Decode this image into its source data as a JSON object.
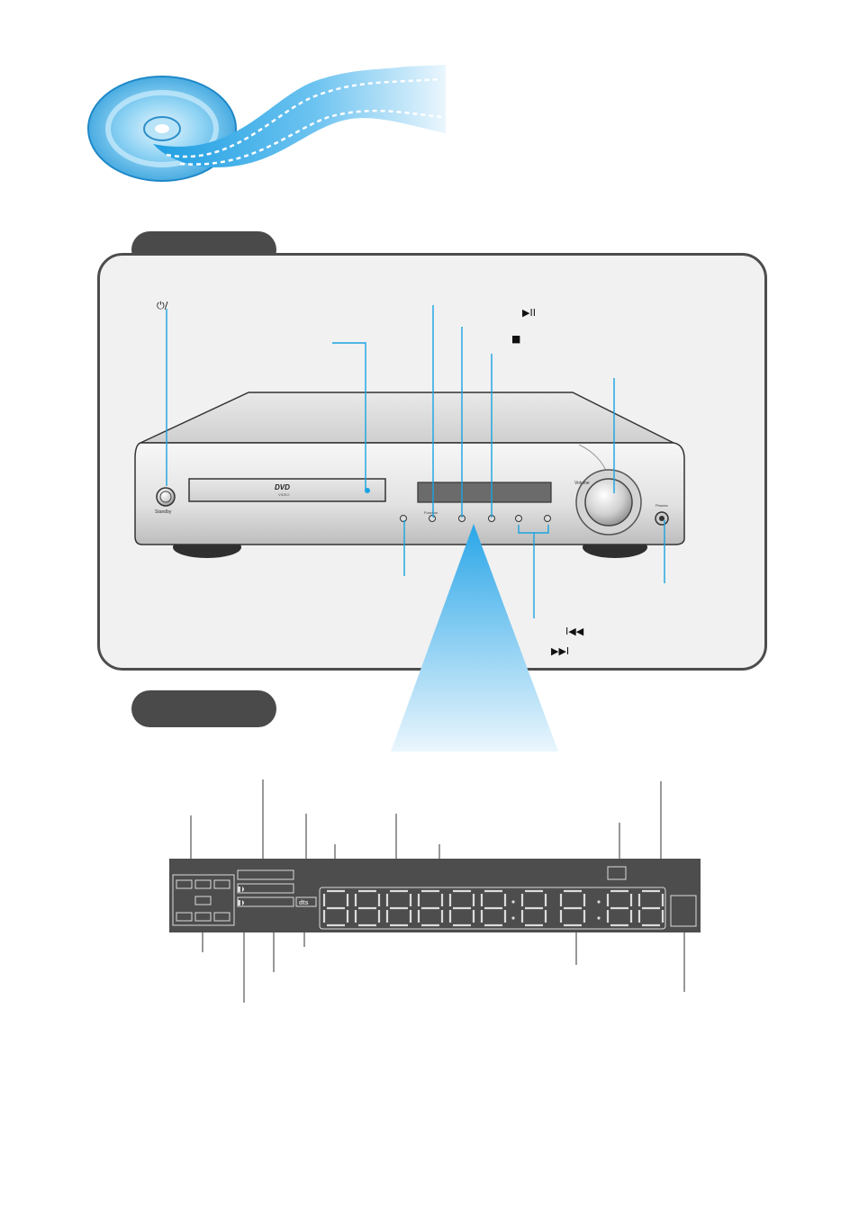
{
  "front_panel": {
    "standby_label": "Standby",
    "volume_label": "Volume",
    "phones_label": "Phones",
    "function_label": "Function",
    "dvd_logo": "DVD",
    "dvd_logo_sub": "VIDEO"
  },
  "callouts": {
    "power_symbol": "⏻/",
    "play_pause_symbol": "▶II",
    "stop_symbol": "■",
    "skip_back_symbol": "I◀◀",
    "skip_forward_symbol": "▶▶I"
  },
  "display": {
    "segment_chars": [
      "8",
      "8",
      "8",
      "8",
      "8",
      "8",
      "8",
      "8",
      "8",
      "8"
    ]
  },
  "colors": {
    "section_pill": "#4a4a4a",
    "panel_border": "#4d4d4d",
    "display_bg": "#4d4d4d",
    "callout_line": "#1aa3e0",
    "beam": "#3fb0ea"
  }
}
